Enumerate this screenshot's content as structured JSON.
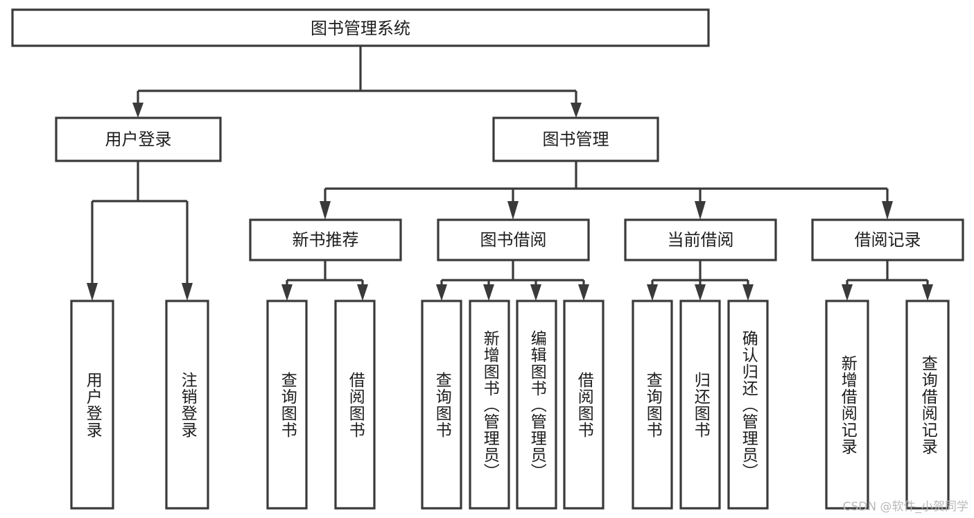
{
  "diagram": {
    "title": "图书管理系统",
    "type": "tree",
    "orientation": "top-down",
    "colors": {
      "box_fill": "#ffffff",
      "box_stroke": "#3a3a3a",
      "connector": "#3a3a3a",
      "text": "#1c1c1c",
      "watermark": "#b9b9b9",
      "background": "#ffffff"
    },
    "root": {
      "label": "图书管理系统"
    },
    "level2": [
      {
        "label": "用户登录"
      },
      {
        "label": "图书管理"
      }
    ],
    "level3": [
      {
        "label": "新书推荐"
      },
      {
        "label": "图书借阅"
      },
      {
        "label": "当前借阅"
      },
      {
        "label": "借阅记录"
      }
    ],
    "leaves_login": [
      {
        "label": "用户登录"
      },
      {
        "label": "注销登录"
      }
    ],
    "leaves_new_books": [
      {
        "label": "查询图书"
      },
      {
        "label": "借阅图书"
      }
    ],
    "leaves_borrow": [
      {
        "label": "查询图书"
      },
      {
        "label": "新增图书（管理员）"
      },
      {
        "label": "编辑图书（管理员）"
      },
      {
        "label": "借阅图书"
      }
    ],
    "leaves_current": [
      {
        "label": "查询图书"
      },
      {
        "label": "归还图书"
      },
      {
        "label": "确认归还（管理员）"
      }
    ],
    "leaves_records": [
      {
        "label": "新增借阅记录"
      },
      {
        "label": "查询借阅记录"
      }
    ]
  },
  "watermark": {
    "text": "CSDN @软件_小贺同学"
  }
}
